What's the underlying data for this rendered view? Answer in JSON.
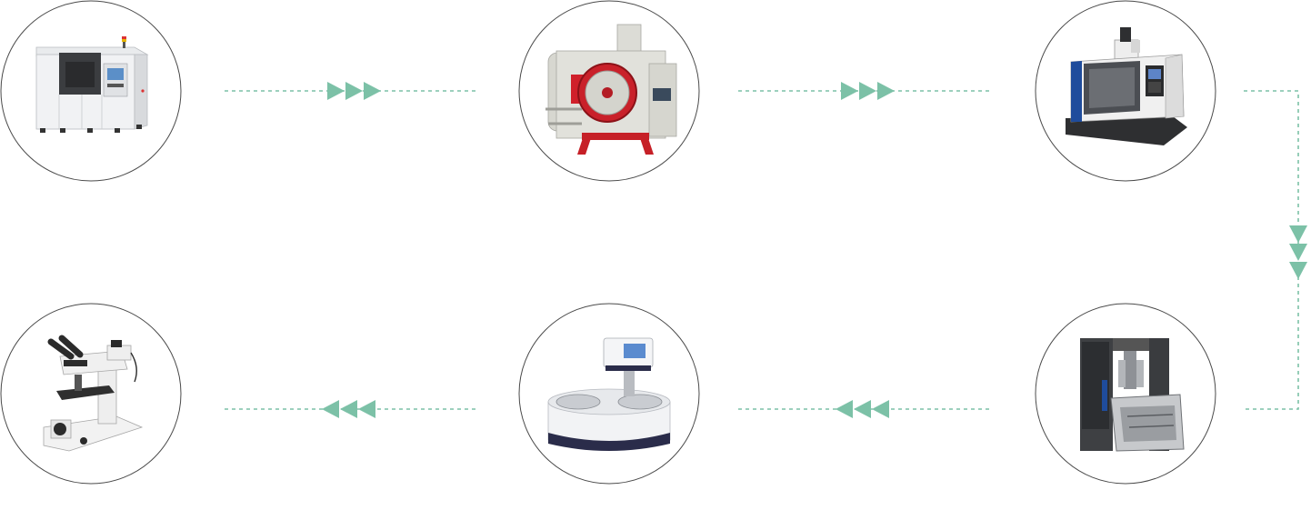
{
  "process_flow": {
    "accent_color": "#7cc1a7",
    "stages": [
      {
        "id": "stage-1",
        "icon": "metal-3d-printer-icon"
      },
      {
        "id": "stage-2",
        "icon": "vacuum-heat-treatment-furnace-icon"
      },
      {
        "id": "stage-3",
        "icon": "cnc-machining-center-icon"
      },
      {
        "id": "stage-4",
        "icon": "universal-testing-machine-icon"
      },
      {
        "id": "stage-5",
        "icon": "grinding-polishing-machine-icon"
      },
      {
        "id": "stage-6",
        "icon": "metallographic-microscope-icon"
      }
    ],
    "connections": [
      {
        "from": "stage-1",
        "to": "stage-2",
        "direction": "right"
      },
      {
        "from": "stage-2",
        "to": "stage-3",
        "direction": "right"
      },
      {
        "from": "stage-3",
        "to": "stage-4",
        "direction": "down"
      },
      {
        "from": "stage-4",
        "to": "stage-5",
        "direction": "left"
      },
      {
        "from": "stage-5",
        "to": "stage-6",
        "direction": "left"
      }
    ]
  }
}
